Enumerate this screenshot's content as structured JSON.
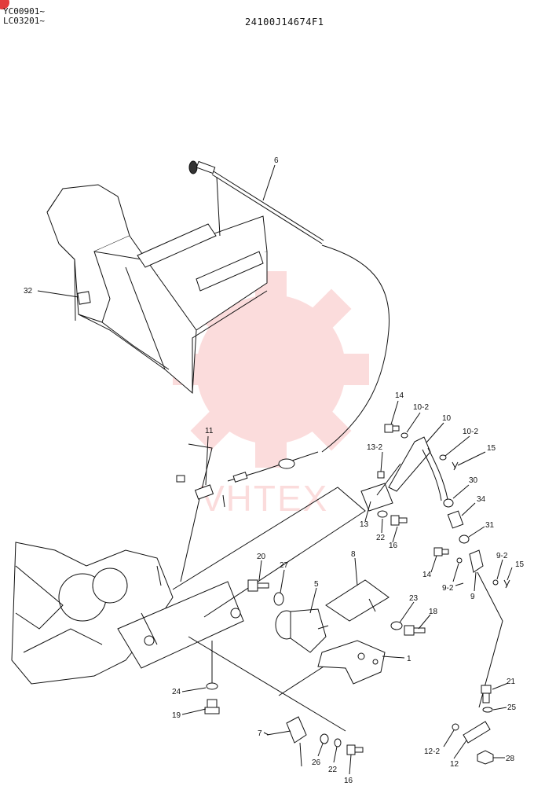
{
  "header": {
    "serials": [
      "YC00901~",
      "LC03201~"
    ],
    "document_number": "24100J14674F1"
  },
  "watermark": {
    "text": "VHTEX",
    "color": "#f06666"
  },
  "badge_color": "#e23b3b",
  "callouts": [
    "6",
    "32",
    "14",
    "10-2",
    "10",
    "10-2",
    "15",
    "13-2",
    "11",
    "30",
    "34",
    "31",
    "13",
    "22",
    "16",
    "14",
    "9-2",
    "15",
    "9-2",
    "9",
    "20",
    "27",
    "8",
    "5",
    "23",
    "18",
    "1",
    "24",
    "19",
    "21",
    "25",
    "7",
    "26",
    "22",
    "16",
    "12-2",
    "12",
    "28"
  ]
}
